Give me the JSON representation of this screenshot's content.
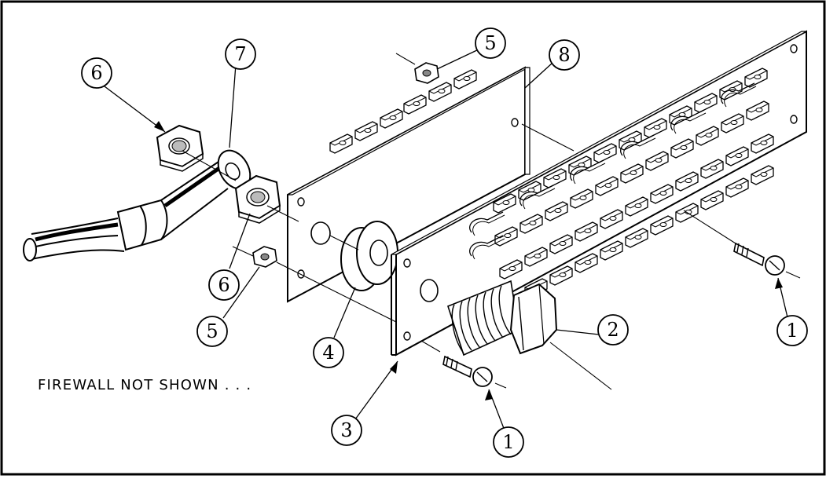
{
  "note": "FIREWALL NOT SHOWN . . .",
  "callouts": {
    "c1a": "1",
    "c1b": "1",
    "c2": "2",
    "c3": "3",
    "c4": "4",
    "c5a": "5",
    "c5b": "5",
    "c6a": "6",
    "c6b": "6",
    "c7": "7",
    "c8": "8"
  },
  "colors": {
    "ink": "#000000",
    "paper": "#ffffff",
    "shade": "#8c8c8c"
  }
}
